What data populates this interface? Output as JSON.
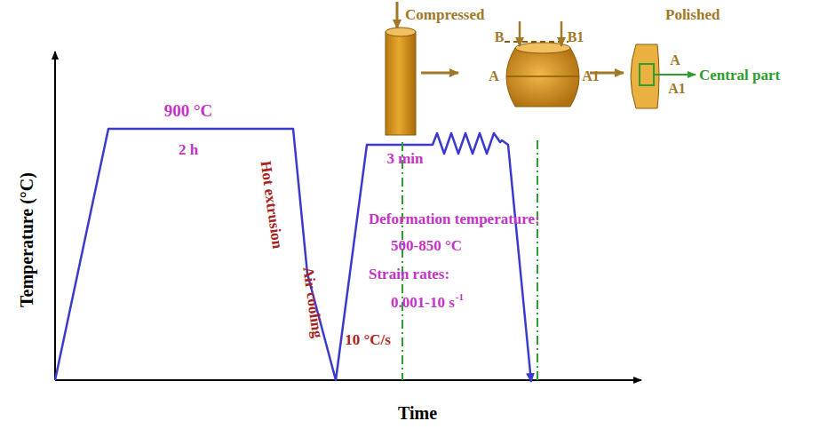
{
  "diagram": {
    "labels": [
      "Temperature (°C)",
      "Time",
      "900 °C",
      "2 h",
      "Hot extrusion",
      "Air cooling",
      "10 °C/s",
      "3 min",
      "Compressed",
      "Deformation temperature:",
      "500-850 °C",
      "Strain rates:",
      "0.001-10 s",
      "-1",
      "B",
      "B1",
      "A",
      "A1",
      "Polished",
      "A",
      "A1",
      "Central part"
    ]
  }
}
